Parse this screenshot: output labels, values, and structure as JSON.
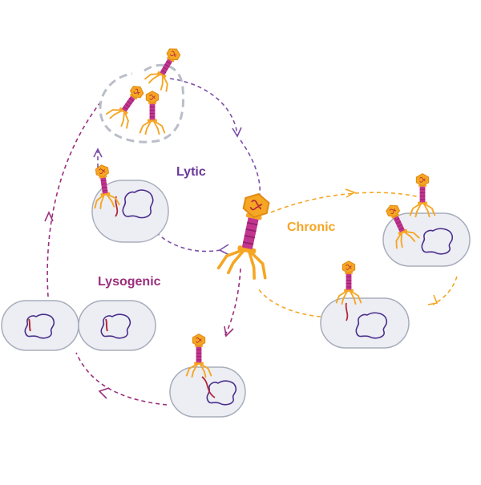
{
  "labels": {
    "lytic": "Lytic",
    "lysogenic": "Lysogenic",
    "chronic": "Chronic"
  },
  "colors": {
    "lytic_arrow": "#7b4fa8",
    "lysogenic_arrow": "#9b2f7d",
    "chronic_arrow": "#f5a623",
    "phage_head": "#f5a623",
    "phage_tail": "#c2358f",
    "cell_fill": "#eceef3",
    "cell_stroke": "#a7adbb",
    "host_dna": "#4b2e8c",
    "phage_dna": "#b5283a"
  }
}
